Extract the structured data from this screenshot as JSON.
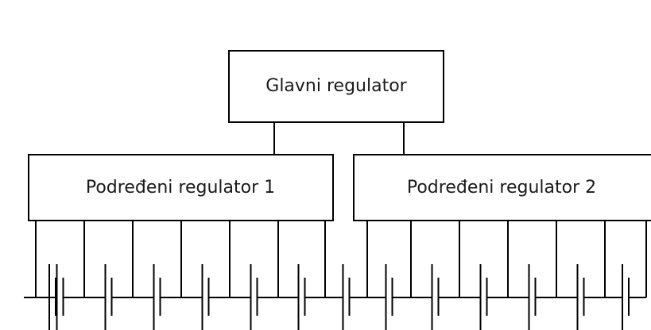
{
  "diagram": {
    "main_controller": {
      "label": "Glavni regulator"
    },
    "sub_controller_1": {
      "label": "Podređeni regulator 1"
    },
    "sub_controller_2": {
      "label": "Podređeni regulator 2"
    }
  },
  "colors": {
    "line": "#000000",
    "background": "#ffffff",
    "text": "#1a1a1a"
  }
}
